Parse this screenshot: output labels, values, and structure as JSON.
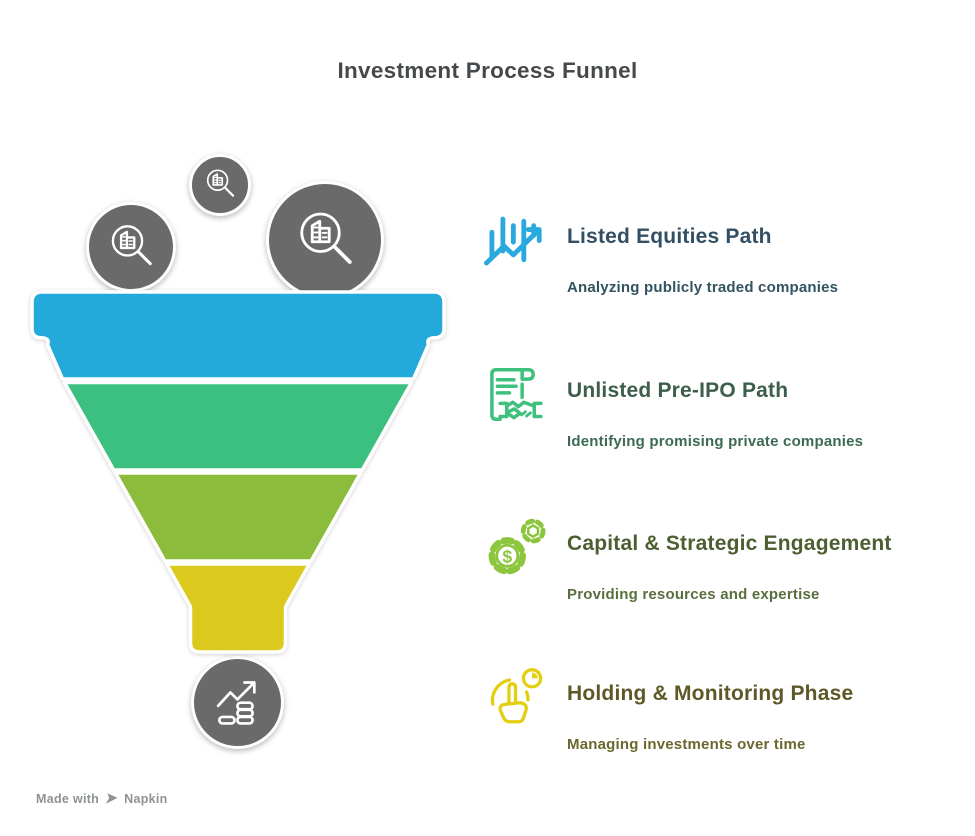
{
  "header": {
    "title": "Investment Process Funnel"
  },
  "funnel": {
    "bubble_color": "#6a6a6a",
    "stages": [
      {
        "name": "listed-equities-stage",
        "color": "#23a9da"
      },
      {
        "name": "unlisted-pre-ipo-stage",
        "color": "#3cc07f"
      },
      {
        "name": "capital-engagement-stage",
        "color": "#8cbc3b"
      },
      {
        "name": "holding-monitoring-stage",
        "color": "#dcc91d"
      }
    ],
    "top_bubble_icons": [
      "company-search-icon",
      "company-search-icon",
      "company-search-icon"
    ],
    "bottom_bubble_icon": "growth-coins-icon"
  },
  "items": [
    {
      "title": "Listed Equities Path",
      "description": "Analyzing publicly traded companies",
      "icon": "candlestick-chart-icon",
      "icon_color": "#29a9dd",
      "title_color": "#334f63",
      "description_color": "#315460"
    },
    {
      "title": "Unlisted Pre-IPO Path",
      "description": "Identifying promising private companies",
      "icon": "contract-handshake-icon",
      "icon_color": "#3fc07d",
      "title_color": "#3e5e4c",
      "description_color": "#3c6a54"
    },
    {
      "title": "Capital & Strategic Engagement",
      "description": "Providing resources and expertise",
      "icon": "gear-dollar-icon",
      "icon_glyph": "$",
      "icon_color": "#8cc63e",
      "title_color": "#4d5e31",
      "description_color": "#596f3e"
    },
    {
      "title": "Holding & Monitoring Phase",
      "description": "Managing investments over time",
      "icon": "hand-tap-clock-icon",
      "icon_color": "#e3cf10",
      "title_color": "#5d5827",
      "description_color": "#6b672e"
    }
  ],
  "watermark": {
    "text": "Made with",
    "brand": "Napkin"
  }
}
